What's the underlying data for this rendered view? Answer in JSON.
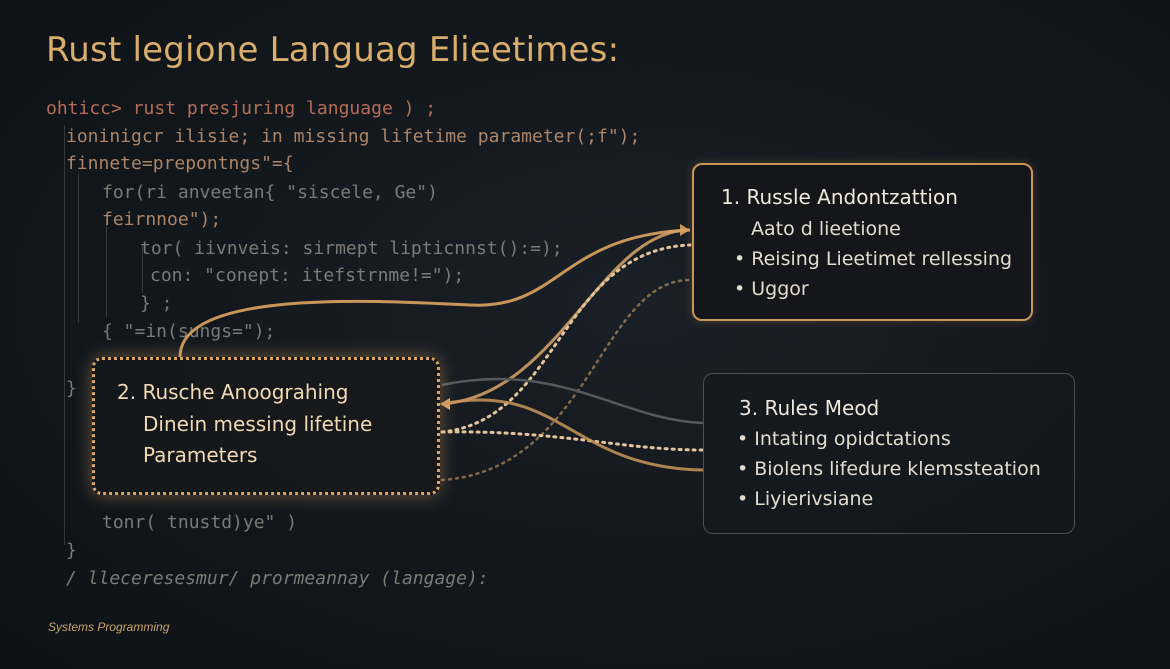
{
  "title": "Rust legione Languag Eliеetimes:",
  "code_lines": [
    "ohticc> rust presjuring language ) ;",
    "ioninigcr ilisie; in missing lifetime parameter(;f\");",
    "finnete=prepontngs\"={",
    "for(ri anveetan{ \"siscele, Ge\")",
    "feirnnoe\");",
    "tor( iivnveis: sirmept lipticnnst():=);",
    "con: \"conept: itefstrnme!=\");",
    "} ;",
    "{ \"=in(sungs=\");",
    "",
    "}",
    "",
    "",
    "",
    "tonr( tnustd)ye\" )",
    "}",
    "/ lleceresesmur/ prormeannay (langage):"
  ],
  "box1": {
    "title": "1. Russle Andontzattion",
    "lines": [
      "Aato d lieetione",
      "• Reising Lieetimet rellessing",
      "• Uggor"
    ]
  },
  "box2": {
    "title": "2. Rusche Anoograhing",
    "lines": [
      "Dinein messing lifetine",
      "Parameters"
    ]
  },
  "box3": {
    "title": "3. Rules Meod",
    "lines": [
      "• Intating opidctations",
      "• Biolens lifedure klemsstеation",
      "• Liyierivsiane"
    ]
  },
  "footer": "Systems Programming",
  "colors": {
    "accent": "#d9ad6c",
    "connector_solid": "#c99659",
    "connector_dotted": "#e3c49a",
    "connector_muted": "#55585b",
    "code_text": "#8f8c86",
    "code_highlight": "#d37d64"
  }
}
